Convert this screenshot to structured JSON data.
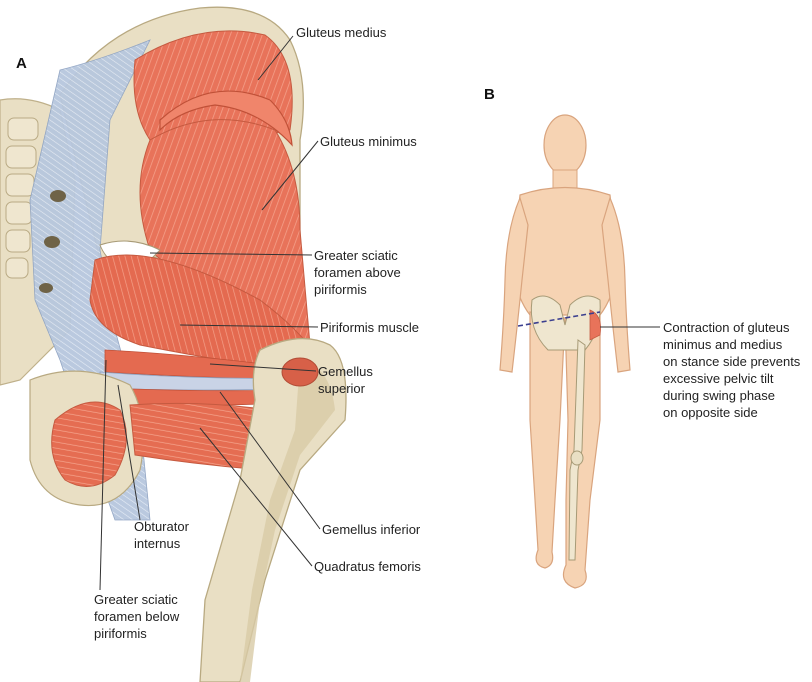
{
  "panels": {
    "a": "A",
    "b": "B"
  },
  "labels": {
    "gluteus_medius": "Gluteus medius",
    "gluteus_minimus": "Gluteus minimus",
    "gsf_above": [
      "Greater sciatic",
      "foramen above",
      "piriformis"
    ],
    "piriformis": "Piriformis muscle",
    "gemellus_superior": [
      "Gemellus",
      "superior"
    ],
    "gemellus_inferior": "Gemellus inferior",
    "quadratus_femoris": "Quadratus femoris",
    "obturator_internus": [
      "Obturator",
      "internus"
    ],
    "gsf_below": [
      "Greater sciatic",
      "foramen below",
      "piriformis"
    ],
    "contraction_note": [
      "Contraction of gluteus",
      "minimus and medius",
      "on stance side prevents",
      "excessive pelvic tilt",
      "during swing phase",
      "on opposite side"
    ]
  },
  "colors": {
    "muscle": "#e8735a",
    "muscle_light": "#f3a58f",
    "bone": "#e9dfc4",
    "bone_shade": "#cfc29f",
    "ligament": "#aebfd8",
    "skin": "#f6d3b3",
    "skin_line": "#d9a47e",
    "tilt_line": "#3b3f8f",
    "leader": "#333333"
  }
}
